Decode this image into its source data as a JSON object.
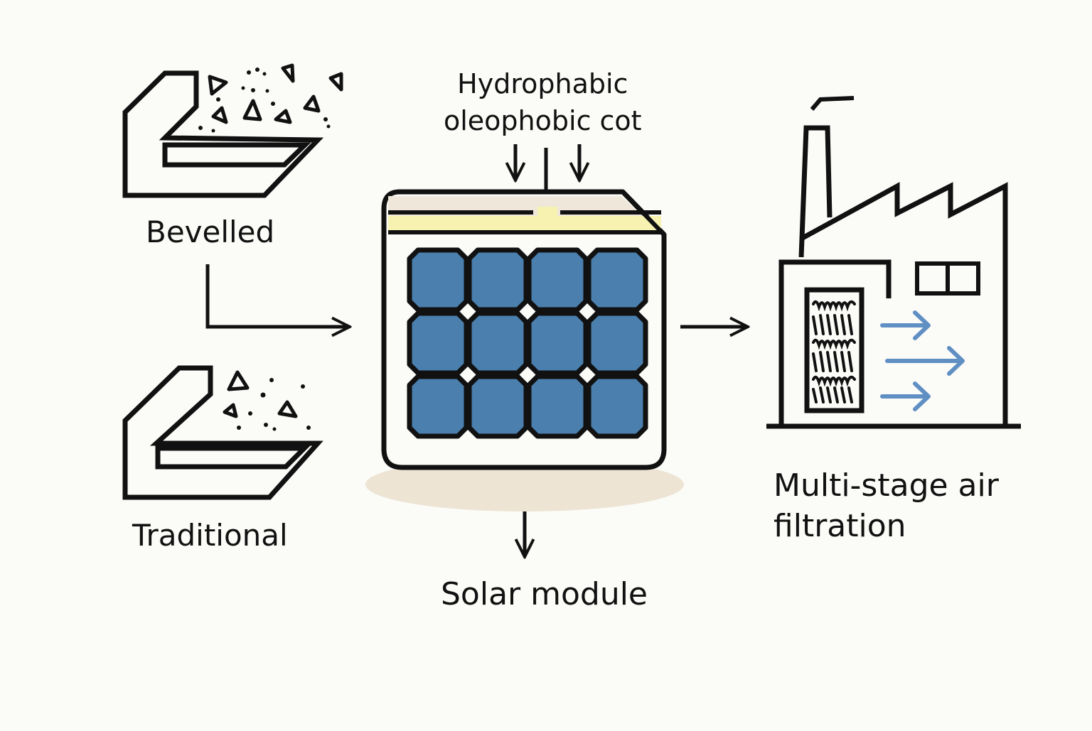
{
  "labels": {
    "bevelled": "Bevelled",
    "traditional": "Traditional",
    "coating_line1": "Hydrophabic",
    "coating_line2": "oleophobic cot",
    "solar_module": "Solar module",
    "filtration_line1": "Multi-stage air",
    "filtration_line2": "filtration"
  },
  "panel": {
    "rows": 3,
    "columns": 4
  },
  "colors": {
    "background": "#fbfbf8",
    "stroke": "#111111",
    "cell_blue": "#4a7fae",
    "coating_yellow": "#f7f2b0",
    "panel_top": "#efe8da",
    "shadow": "#ede4d4",
    "flow_arrow_blue": "#5f8fc3"
  }
}
